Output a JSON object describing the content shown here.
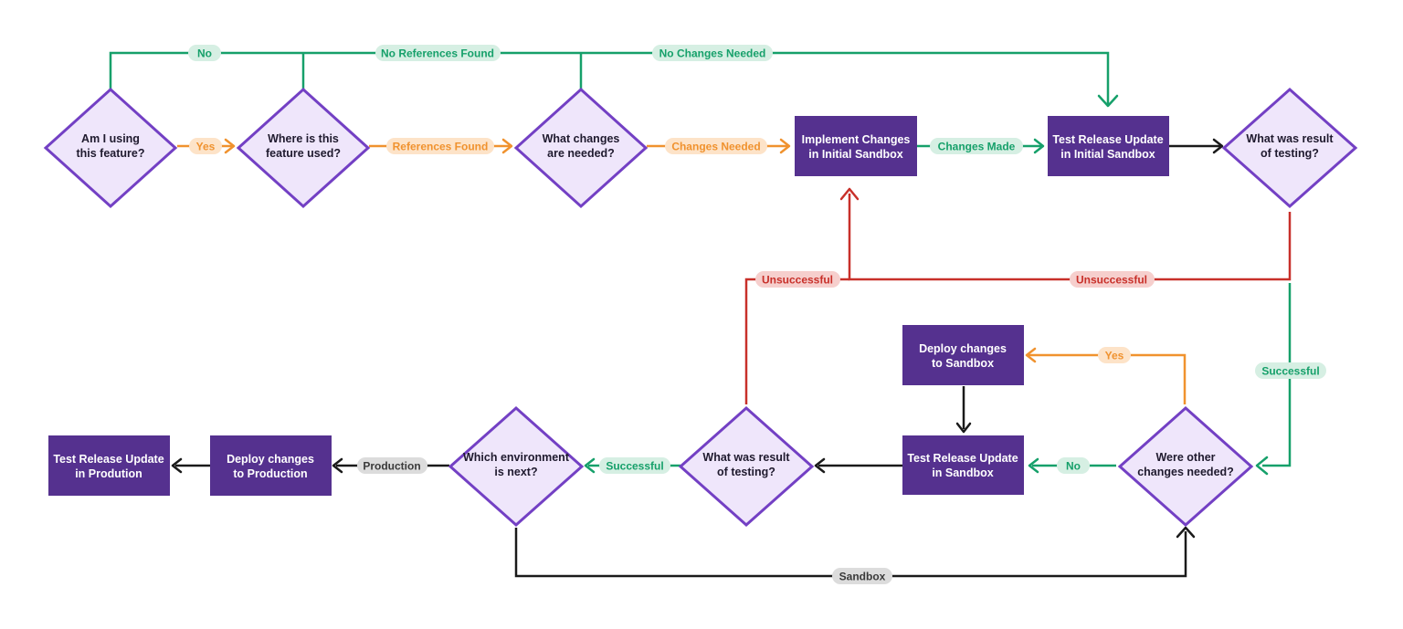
{
  "colors": {
    "green": "#16a06a",
    "green_bg": "#d6efe3",
    "orange": "#f0922e",
    "orange_bg": "#fde3c8",
    "red": "#c8302a",
    "red_bg": "#f6cfcd",
    "black": "#1a1a1a",
    "gray_bg": "#dcdcdc",
    "gray_text": "#3a3a3a",
    "purple": "#55318f",
    "diamond_fill": "#efe6fb",
    "diamond_stroke": "#7340c4"
  },
  "nodes": {
    "d1": {
      "lines": [
        "Am I using",
        "this feature?"
      ]
    },
    "d2": {
      "lines": [
        "Where is this",
        "feature used?"
      ]
    },
    "d3": {
      "lines": [
        "What changes",
        "are needed?"
      ]
    },
    "b1": {
      "lines": [
        "Implement Changes",
        "in Initial Sandbox"
      ]
    },
    "b2": {
      "lines": [
        "Test Release Update",
        "in Initial Sandbox"
      ]
    },
    "d4": {
      "lines": [
        "What was result",
        "of testing?"
      ]
    },
    "b3": {
      "lines": [
        "Deploy changes",
        "to Sandbox"
      ]
    },
    "b4": {
      "lines": [
        "Test Release Update",
        "in Sandbox"
      ]
    },
    "d5": {
      "lines": [
        "Were other",
        "changes needed?"
      ]
    },
    "d6": {
      "lines": [
        "What was result",
        "of testing?"
      ]
    },
    "d7": {
      "lines": [
        "Which environment",
        "is next?"
      ]
    },
    "b5": {
      "lines": [
        "Deploy changes",
        "to Production"
      ]
    },
    "b6": {
      "lines": [
        "Test Release Update",
        "in Prodution"
      ]
    }
  },
  "labels": {
    "no_top": "No",
    "no_references": "No References Found",
    "no_changes": "No Changes Needed",
    "yes_1": "Yes",
    "references_found": "References Found",
    "changes_needed": "Changes Needed",
    "changes_made": "Changes Made",
    "unsuccessful_left": "Unsuccessful",
    "unsuccessful_right": "Unsuccessful",
    "successful_right": "Successful",
    "yes_2": "Yes",
    "no_bottom": "No",
    "successful_bottom": "Successful",
    "production": "Production",
    "sandbox": "Sandbox"
  }
}
